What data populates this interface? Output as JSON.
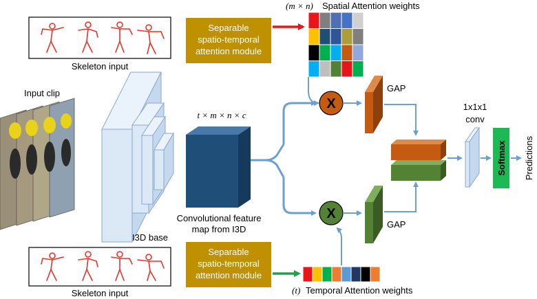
{
  "labels": {
    "spatial_weights": "Spatial Attention weights",
    "spatial_dims": "(m × n)",
    "skeleton_input_top": "Skeleton input",
    "skeleton_input_bottom": "Skeleton input",
    "module_top_line1": "Separable",
    "module_top_line2": "spatio-temporal",
    "module_top_line3": "attention module",
    "module_bottom_line1": "Separable",
    "module_bottom_line2": "spatio-temporal",
    "module_bottom_line3": "attention module",
    "input_clip": "Input clip",
    "i3d_base": "I3D base",
    "tensor_dims": "t × m × n × c",
    "feature_map_line1": "Convolutional feature",
    "feature_map_line2": "map from I3D",
    "gap_top": "GAP",
    "gap_bottom": "GAP",
    "conv_line1": "1x1x1",
    "conv_line2": "conv",
    "softmax": "Softmax",
    "predictions": "Predictions",
    "temporal_weights": "Temporal Attention weights",
    "temporal_dims": "(t)",
    "multiply_top": "X",
    "multiply_bottom": "X"
  },
  "colors": {
    "flow_arrow": "#6a9fd0",
    "module_fill": "#bf9000",
    "spatial_arrow": "#e8161b",
    "temporal_arrow": "#21a246",
    "skeleton_stroke": "#e8322a",
    "softmax_fill": "#1db954",
    "gap_top_fill": "#c55a11",
    "gap_bottom_fill": "#548235",
    "multiply_top_fill": "#c55a11",
    "multiply_bottom_fill": "#548235",
    "feature_cube_front": "#1f4e79"
  },
  "spatial_grid_colors": [
    [
      "#e8161b",
      "#7f7f7f",
      "#4f6fb0",
      "#4472c4",
      "#d0d0d0"
    ],
    [
      "#ffc000",
      "#1f4e79",
      "#2f5597",
      "#ad9d3a",
      "#7f7f7f"
    ],
    [
      "#000000",
      "#00b050",
      "#00b0f0",
      "#c55a11",
      "#8fa9dc"
    ],
    [
      "#00b0f0",
      "#bfbfbf",
      "#548235",
      "#e8161b",
      "#00b050"
    ]
  ],
  "temporal_colors": [
    "#e8161b",
    "#ffc000",
    "#00b050",
    "#ed7d31",
    "#5b9bd5",
    "#1f3864",
    "#000000",
    "#ed7d31"
  ]
}
